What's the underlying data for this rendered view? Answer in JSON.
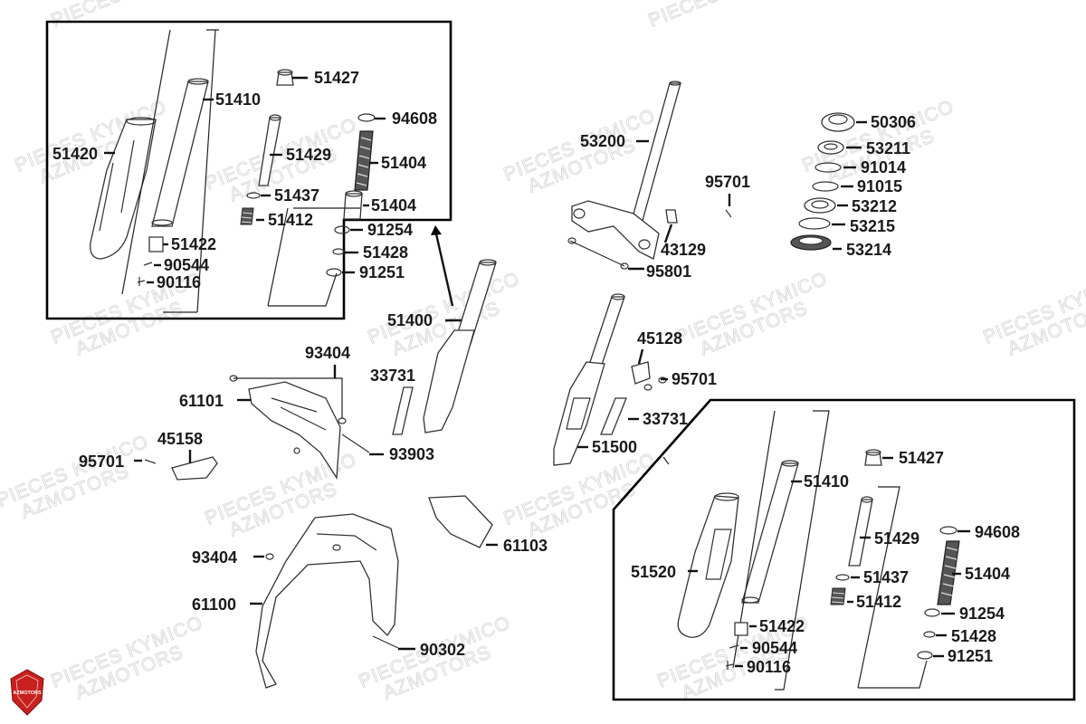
{
  "watermark": {
    "line1": "PIECES KYMICO",
    "line2": "AZMOTORS"
  },
  "logo": {
    "text": "AZMOTORS",
    "color": "#c8201e"
  },
  "parts": {
    "p51427a": "51427",
    "p51410a": "51410",
    "p94608a": "94608",
    "p51420": "51420",
    "p51429a": "51429",
    "p51404a": "51404",
    "p51437a": "51437",
    "p51404b": "51404",
    "p51412a": "51412",
    "p91254a": "91254",
    "p51422a": "51422",
    "p51428a": "51428",
    "p90544a": "90544",
    "p91251a": "91251",
    "p90116a": "90116",
    "p53200": "53200",
    "p50306": "50306",
    "p53211": "53211",
    "p91014": "91014",
    "p91015": "91015",
    "p53212": "53212",
    "p53215": "53215",
    "p53214": "53214",
    "p95701a": "95701",
    "p43129": "43129",
    "p95801": "95801",
    "p51400": "51400",
    "p45128": "45128",
    "p93404a": "93404",
    "p95701b": "95701",
    "p33731a": "33731",
    "p61101": "61101",
    "p33731b": "33731",
    "p45158": "45158",
    "p51500": "51500",
    "p95701c": "95701",
    "p93903": "93903",
    "p61103": "61103",
    "p93404b": "93404",
    "p61100": "61100",
    "p90302": "90302",
    "p51427b": "51427",
    "p51410b": "51410",
    "p51429b": "51429",
    "p94608b": "94608",
    "p51520": "51520",
    "p51437b": "51437",
    "p51404c": "51404",
    "p51412b": "51412",
    "p91254b": "91254",
    "p51422b": "51422",
    "p51428b": "51428",
    "p90544b": "90544",
    "p91251b": "91251",
    "p90116b": "90116"
  }
}
